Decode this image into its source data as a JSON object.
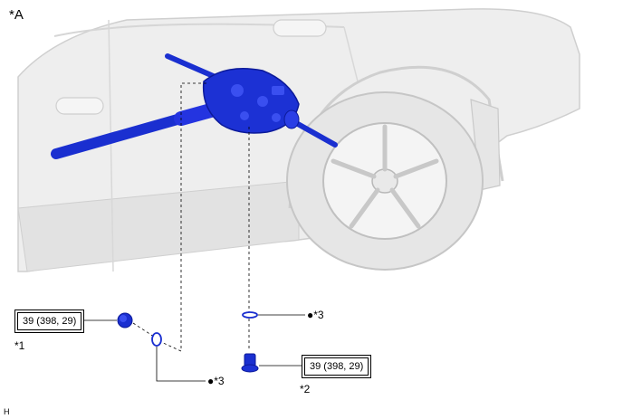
{
  "view_label": "*A",
  "figure_code": "H",
  "torque_specs": [
    {
      "id": "1",
      "value": "39 (398, 29)"
    },
    {
      "id": "2",
      "value": "39 (398, 29)"
    }
  ],
  "callouts": {
    "c1": "*1",
    "c2": "*2",
    "c3a": "●*3",
    "c3b": "●*3"
  },
  "colors": {
    "part_highlight": "#1a2fd0",
    "vehicle_body": "#ececec",
    "outline": "#bdbdbd",
    "leader": "#000000"
  }
}
